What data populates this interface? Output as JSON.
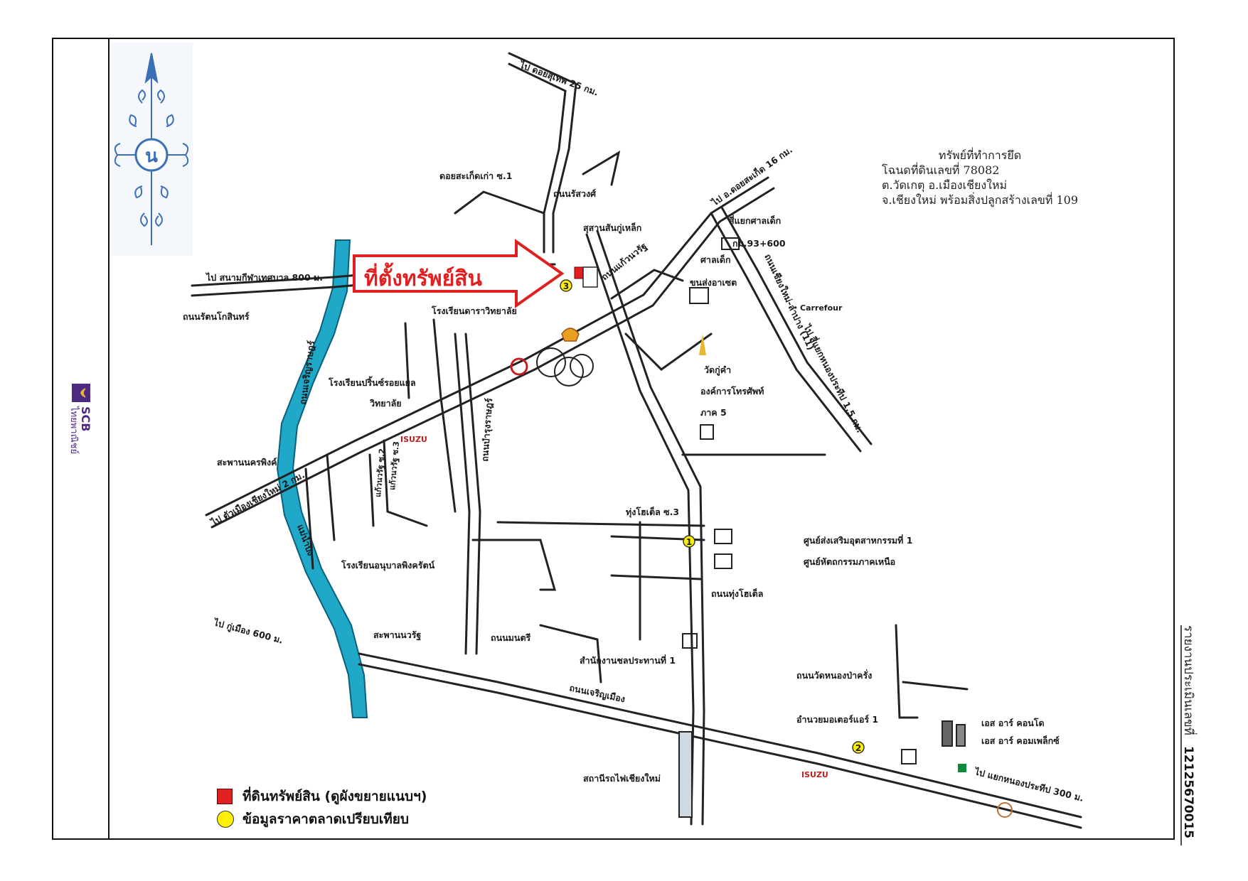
{
  "brand": {
    "bank_short": "SCB",
    "bank_name": "ไทยพาณิชย์"
  },
  "property_info": {
    "title": "ทรัพย์ที่ทำการยึด",
    "deed": "โฉนดที่ดินเลขที่  78082",
    "location": "ต.วัดเกตุ อ.เมืองเชียงใหม่",
    "province": "จ.เชียงใหม่ พร้อมสิ่งปลูกสร้างเลขที่ 109"
  },
  "callout": "ที่ตั้งทรัพย์สิน",
  "legend": {
    "property_land": "ที่ดินทรัพย์สิน (ดูผังขยายแนบฯ)",
    "market_comparison": "ข้อมูลราคาตลาดเปรียบเทียบ",
    "property_color": "#e02020",
    "comparison_color": "#ffef00"
  },
  "report": {
    "label": "รายงานประเมินเลขที่",
    "number": "12125670015"
  },
  "markers": [
    "1",
    "2",
    "3"
  ],
  "map_labels": {
    "doi_suthep": "ไป ดอยสุเทพ 25 กม.",
    "doi_saket": "ไป อ.ดอยสะเก็ด 16 กม.",
    "doi_saket_old": "ดอยสะเก็ดเก่า ซ.1",
    "ratsawong_rd": "ถนนรัสวงศ์",
    "cemetery": "สุสานสันกู่เหล็ก",
    "kaew_nawarat_rd": "ถนนแก้วนวรัฐ",
    "saladek_junction": "สี่แยกศาลเด็ก",
    "km_marker": "กม.93+600",
    "court": "ศาลเด็ก",
    "bus_terminal": "ขนส่งอาเซต",
    "stadium": "ไป สนามกีฬาเทศบาล 800 ม.",
    "rattanakosin_rd": "ถนนรัตนโกสินทร์",
    "school_1": "โรงเรียนดาราวิทยาลัย",
    "chiangmai_sankamphaeng": "ถนนเชียงใหม่-ลำปาง (11)",
    "carrefour": "Carrefour",
    "wat_ku_kham": "วัดกู่คำ",
    "tot": "องค์การโทรศัพท์",
    "tot_region": "ภาค 5",
    "nong_prateep": "ไป สี่แยกหนองประทีป 1.5 กม.",
    "prince_royal": "โรงเรียนปริ้นซ์รอยแยล",
    "prince_royal_2": "วิทยาลัย",
    "charoenrat_rd": "ถนนเจริญราษฎร์",
    "nakhon_ping_bridge": "สะพานนครพิงค์",
    "chiangmai_city": "ไป ตัวเมืองเชียงใหม่ 2 กม.",
    "kaew_nawarat_2": "แก้วนวรัฐ ซ.2",
    "kaew_nawarat_3": "แก้วนวรัฐ ซ.3",
    "bumrungrat_rd": "ถนนบำรุงราษฎร์",
    "thung_hotel_3": "ทุ่งโฮเต็ล ซ.3",
    "industrial_center": "ศูนย์ส่งเสริมอุตสาหกรรมที่ 1",
    "handicraft_center": "ศูนย์หัตถกรรมภาคเหนือ",
    "anuban_school": "โรงเรียนอนุบาลพิงครัตน์",
    "mae_ping": "แม่น้ำปิง",
    "thung_hotel_rd": "ถนนทุ่งโฮเต็ล",
    "ku_mueang": "ไป กู่เมือง 600 ม.",
    "nawarat_bridge": "สะพานนวรัฐ",
    "monthri_rd": "ถนนมนตรี",
    "office_1": "สำนักงานชลประทานที่ 1",
    "charoen_mueang_rd": "ถนนเจริญเมือง",
    "wat_nong_pa_khrang": "ถนนวัดหนองป่าครั่ง",
    "amnuay_motor": "อำนวยมอเตอร์แอร์ 1",
    "condo": "เอส อาร์ คอนโด",
    "complex": "เอส อาร์ คอมเพล็กซ์",
    "railway": "สถานีรถไฟเชียงใหม่",
    "nong_prateep_300": "ไป แยกหนองประทีป 300 ม.",
    "isuzu": "ISUZU",
    "north_glyph": "น"
  }
}
